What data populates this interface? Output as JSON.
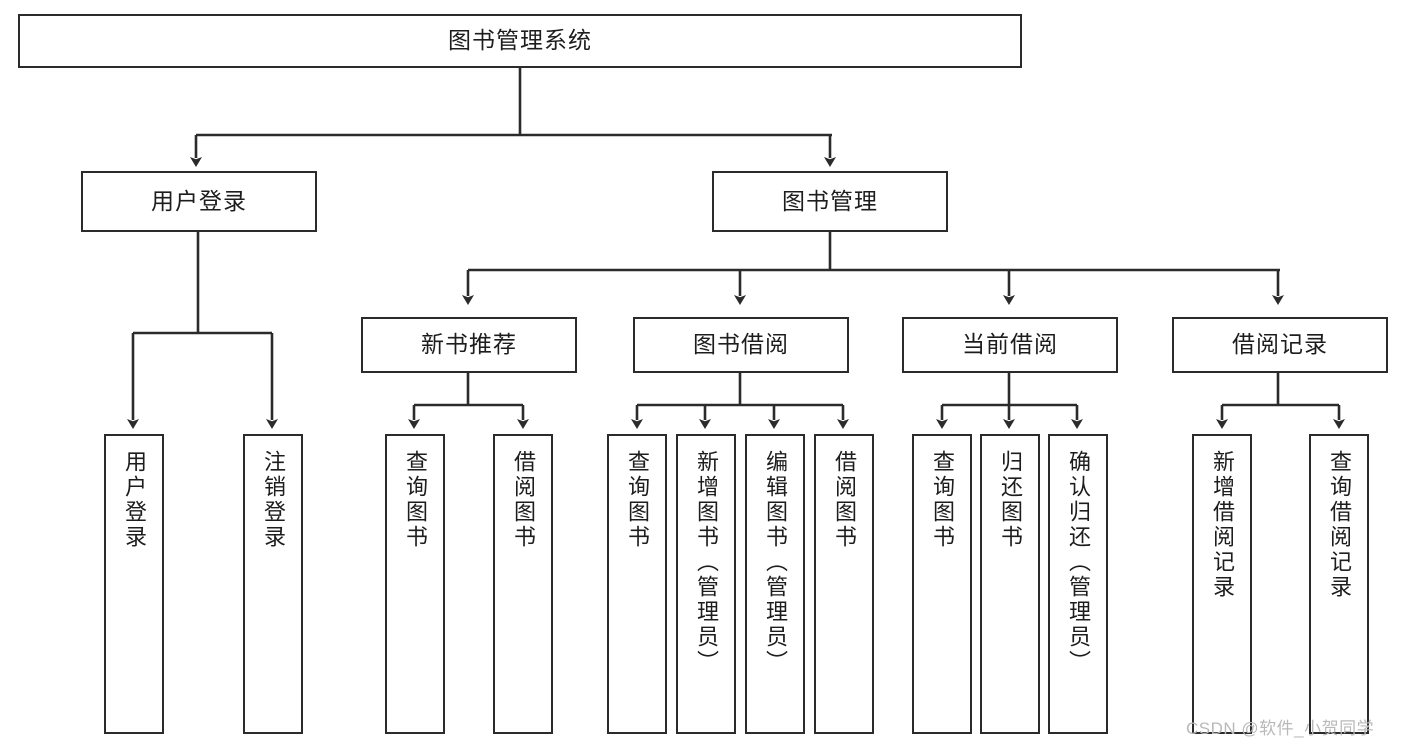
{
  "diagram": {
    "type": "tree-hierarchy",
    "title": "图书管理系统",
    "root": {
      "id": "root",
      "label": "图书管理系统"
    },
    "level2": [
      {
        "id": "user-login",
        "label": "用户登录"
      },
      {
        "id": "book-manage",
        "label": "图书管理"
      }
    ],
    "level3": [
      {
        "id": "new-book-rec",
        "label": "新书推荐",
        "parent": "book-manage"
      },
      {
        "id": "book-borrow",
        "label": "图书借阅",
        "parent": "book-manage"
      },
      {
        "id": "current-borrow",
        "label": "当前借阅",
        "parent": "book-manage"
      },
      {
        "id": "borrow-record",
        "label": "借阅记录",
        "parent": "book-manage"
      }
    ],
    "leaves": [
      {
        "id": "leaf-user-login",
        "label": "用户登录",
        "parent": "user-login"
      },
      {
        "id": "leaf-logout-login",
        "label": "注销登录",
        "parent": "user-login"
      },
      {
        "id": "leaf-query-book-1",
        "label": "查询图书",
        "parent": "new-book-rec"
      },
      {
        "id": "leaf-borrow-book-1",
        "label": "借阅图书",
        "parent": "new-book-rec"
      },
      {
        "id": "leaf-query-book-2",
        "label": "查询图书",
        "parent": "book-borrow"
      },
      {
        "id": "leaf-add-book",
        "label": "新增图书（管理员）",
        "parent": "book-borrow"
      },
      {
        "id": "leaf-edit-book",
        "label": "编辑图书（管理员）",
        "parent": "book-borrow"
      },
      {
        "id": "leaf-borrow-book-2",
        "label": "借阅图书",
        "parent": "book-borrow"
      },
      {
        "id": "leaf-query-book-3",
        "label": "查询图书",
        "parent": "current-borrow"
      },
      {
        "id": "leaf-return-book",
        "label": "归还图书",
        "parent": "current-borrow"
      },
      {
        "id": "leaf-confirm-return",
        "label": "确认归还（管理员）",
        "parent": "current-borrow"
      },
      {
        "id": "leaf-add-record",
        "label": "新增借阅记录",
        "parent": "borrow-record"
      },
      {
        "id": "leaf-query-record",
        "label": "查询借阅记录",
        "parent": "borrow-record"
      }
    ],
    "watermark": "CSDN @软件_小贺同学",
    "colors": {
      "stroke": "#2b2b2b",
      "fill": "#ffffff",
      "text": "#1d1d1d",
      "watermark": "#b9b9b9"
    }
  }
}
